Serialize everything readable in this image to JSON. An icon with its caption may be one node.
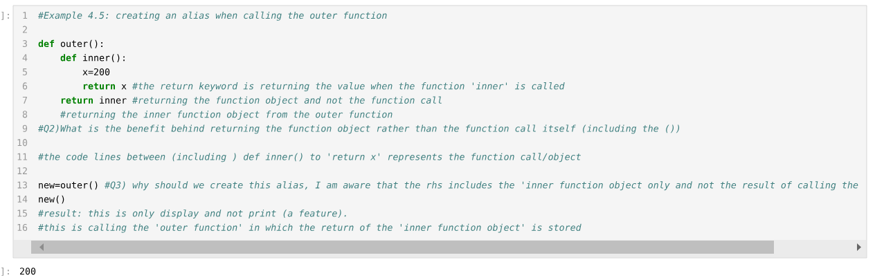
{
  "diagram": {
    "labels": [
      "]:",
      "1",
      "*#Example 4.5: creating an alias when calling the outer function*",
      "2",
      "3",
      "**def** outer():",
      "4",
      "**def** inner():",
      "5",
      "x=200",
      "6",
      "**return** x *#the return keyword is returning the value when the function 'inner' is called*",
      "7",
      "**return** inner *#returning the function object and not the function call*",
      "8",
      "*#returning the inner function object from the outer function*",
      "9",
      "*#Q2)What is the benefit behind returning the function object rather than the function call itself (including the ())*",
      "10",
      "11",
      "*#the code lines between (including ) def inner() to 'return x' represents the function call/object*",
      "12",
      "13",
      "new=outer() *#Q3) why should we create this alias, I am aware that the rhs includes the 'inner function object only and not the result of calling the*",
      "14",
      "new()",
      "15",
      "*#result: this is only display and not print (a feature).*",
      "16",
      "*#this is calling the 'outer function' in which the return of the 'inner function object' is stored*",
      "]:",
      "200"
    ]
  }
}
